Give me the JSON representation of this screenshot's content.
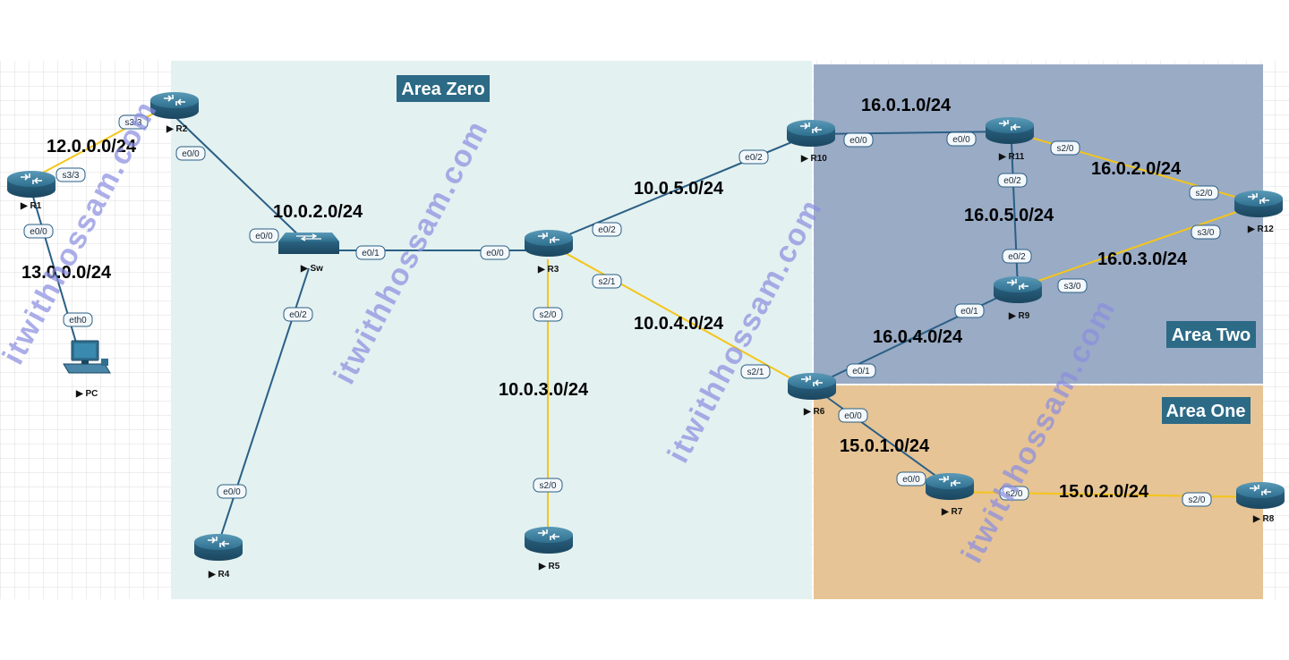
{
  "areas": {
    "zero": {
      "label": "Area Zero"
    },
    "one": {
      "label": "Area One"
    },
    "two": {
      "label": "Area Two"
    }
  },
  "devices": {
    "r1": "R1",
    "r2": "R2",
    "r3": "R3",
    "r4": "R4",
    "r5": "R5",
    "r6": "R6",
    "r7": "R7",
    "r8": "R8",
    "r9": "R9",
    "r10": "R10",
    "r11": "R11",
    "r12": "R12",
    "sw": "Sw",
    "pc": "PC"
  },
  "networks": {
    "n12": "12.0.0.0/24",
    "n13": "13.0.0.0/24",
    "n1002": "10.0.2.0/24",
    "n1005": "10.0.5.0/24",
    "n1004": "10.0.4.0/24",
    "n1003": "10.0.3.0/24",
    "n1601": "16.0.1.0/24",
    "n1602": "16.0.2.0/24",
    "n1605": "16.0.5.0/24",
    "n1603": "16.0.3.0/24",
    "n1604": "16.0.4.0/24",
    "n1501": "15.0.1.0/24",
    "n1502": "15.0.2.0/24"
  },
  "ports": {
    "r2_s33": "s3/3",
    "r1_s33": "s3/3",
    "r2_e00": "e0/0",
    "r1_e00": "e0/0",
    "pc_eth0": "eth0",
    "sw_e00": "e0/0",
    "sw_e01": "e0/1",
    "sw_e02": "e0/2",
    "r4_e00": "e0/0",
    "r3_e00": "e0/0",
    "r3_e02": "e0/2",
    "r3_s21": "s2/1",
    "r3_s20": "s2/0",
    "r5_s20": "s2/0",
    "r10_e02": "e0/2",
    "r10_e00": "e0/0",
    "r11_e00": "e0/0",
    "r11_s20": "s2/0",
    "r11_e02": "e0/2",
    "r12_s20": "s2/0",
    "r12_s30": "s3/0",
    "r9_e02": "e0/2",
    "r9_s30": "s3/0",
    "r9_e01": "e0/1",
    "r6_s21": "s2/1",
    "r6_e01": "e0/1",
    "r6_e00": "e0/0",
    "r7_e00": "e0/0",
    "r7_s20": "s2/0",
    "r8_s20": "s2/0"
  },
  "watermark": "itwithhossam.com",
  "colors": {
    "area_zero_bg": "#e3f1f0",
    "area_one_bg": "#e6c495",
    "area_two_bg": "#9aabc5",
    "label_bg": "#2c6a86",
    "ethernet_link": "#2a5f86",
    "serial_link": "#f5c518",
    "router": "#2f6f8f"
  }
}
